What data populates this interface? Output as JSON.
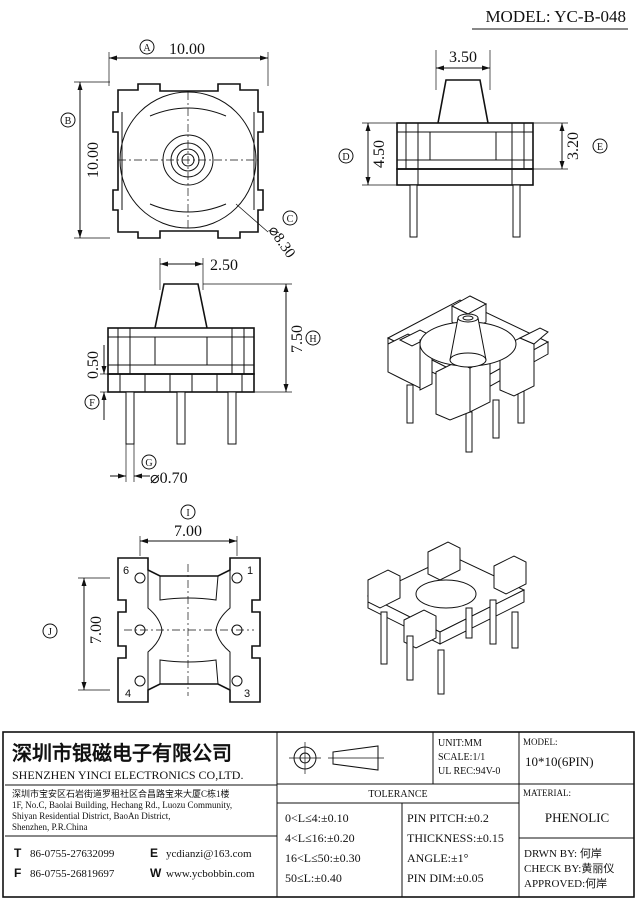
{
  "model_header": "MODEL: YC-B-048",
  "top_view": {
    "width_label": "10.00",
    "height_label": "10.00",
    "diameter_label": "⌀8.30",
    "markers": [
      "A",
      "B",
      "C"
    ]
  },
  "side_view_right": {
    "top_width_label": "3.50",
    "height_label": "4.50",
    "body_height_label": "3.20",
    "markers": [
      "D",
      "E"
    ]
  },
  "front_view": {
    "top_width_label": "2.50",
    "total_height_label": "7.50",
    "base_height_label": "0.50",
    "pin_dia_label": "⌀0.70",
    "markers": [
      "F",
      "G",
      "H"
    ]
  },
  "bottom_view": {
    "width_label": "7.00",
    "height_label": "7.00",
    "markers": [
      "I",
      "J"
    ],
    "pin_numbers": [
      "6",
      "1",
      "4",
      "3"
    ]
  },
  "title_block": {
    "company_cn": "深圳市银磁电子有限公司",
    "company_en": "SHENZHEN YINCI ELECTRONICS CO,LTD.",
    "address_cn": "深圳市宝安区石岩街道罗租社区合昌路宝来大厦C栋1楼",
    "address_en_1": "1F, No.C, Baolai Building, Hechang Rd., Luozu Community,",
    "address_en_2": "Shiyan Residential District, BaoAn District,",
    "address_en_3": "Shenzhen, P.R.China",
    "tel_label": "T",
    "tel": "86-0755-27632099",
    "fax_label": "F",
    "fax": "86-0755-26819697",
    "email_label": "E",
    "email": "ycdianzi@163.com",
    "web_label": "W",
    "web": "www.ycbobbin.com",
    "unit": "UNIT:MM",
    "scale": "SCALE:1/1",
    "ul_rec": "UL REC:94V-0",
    "model_label": "MODEL:",
    "model_value": "10*10(6PIN)",
    "tolerance_title": "TOLERANCE",
    "tol_1": "0<L≤4:±0.10",
    "tol_2": "4<L≤16:±0.20",
    "tol_3": "16<L≤50:±0.30",
    "tol_4": "50≤L:±0.40",
    "tol_pitch": "PIN PITCH:±0.2",
    "tol_thick": "THICKNESS:±0.15",
    "tol_angle": "ANGLE:±1°",
    "tol_pindim": "PIN DIM:±0.05",
    "material_label": "MATERIAL:",
    "material_value": "PHENOLIC",
    "drawn_by": "DRWN BY: 何岸",
    "check_by": "CHECK BY:黄丽仪",
    "approved": "APPROVED:何岸"
  }
}
